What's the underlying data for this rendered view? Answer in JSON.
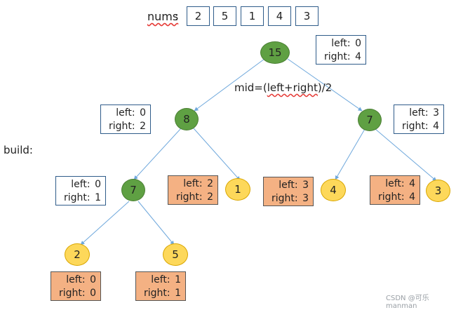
{
  "nums_label": "nums",
  "nums_colon": ":",
  "nums": [
    "2",
    "5",
    "1",
    "4",
    "3"
  ],
  "build_label": "build:",
  "mid_formula": {
    "prefix": "mid=(",
    "u1": "left+right",
    "suffix": ")/2"
  },
  "nodes": {
    "root": "15",
    "left": "8",
    "right": "7",
    "ll": "7",
    "lr": "1",
    "rl": "4",
    "rr": "3",
    "lll": "2",
    "llr": "5"
  },
  "ranges": {
    "root": {
      "left_label": "left:",
      "left": "0",
      "right_label": "right:",
      "right": "4"
    },
    "left": {
      "left_label": "left:",
      "left": "0",
      "right_label": "right:",
      "right": "2"
    },
    "right": {
      "left_label": "left:",
      "left": "3",
      "right_label": "right:",
      "right": "4"
    },
    "ll": {
      "left_label": "left:",
      "left": "0",
      "right_label": "right:",
      "right": "1"
    },
    "lr": {
      "left_label": "left:",
      "left": "2",
      "right_label": "right:",
      "right": "2"
    },
    "rl": {
      "left_label": "left:",
      "left": "3",
      "right_label": "right:",
      "right": "3"
    },
    "rr": {
      "left_label": "left:",
      "left": "4",
      "right_label": "right:",
      "right": "4"
    },
    "lll": {
      "left_label": "left:",
      "left": "0",
      "right_label": "right:",
      "right": "0"
    },
    "llr": {
      "left_label": "left:",
      "left": "1",
      "right_label": "right:",
      "right": "1"
    }
  },
  "colors": {
    "inner": "#5fa043",
    "leaf": "#fdd85a",
    "leaf_range": "#f4b183",
    "edge": "#6fa8dc",
    "box_border": "#2f5c8a"
  },
  "watermark": "CSDN @可乐manman"
}
